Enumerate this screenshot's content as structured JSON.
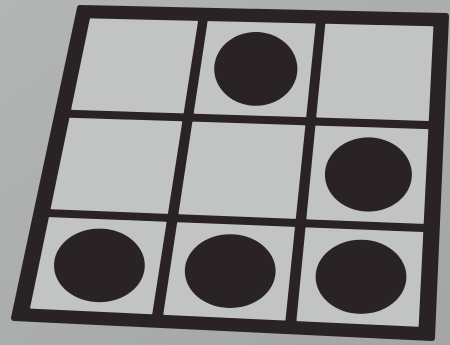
{
  "glyph": {
    "rows": 3,
    "cols": 3,
    "dots": [
      [
        0,
        1,
        0
      ],
      [
        0,
        0,
        1
      ],
      [
        1,
        1,
        1
      ]
    ]
  },
  "colors": {
    "background": "#a9acab",
    "frame": "#2a2326",
    "cell": "#c2c4c3",
    "dot": "#2a2326"
  }
}
